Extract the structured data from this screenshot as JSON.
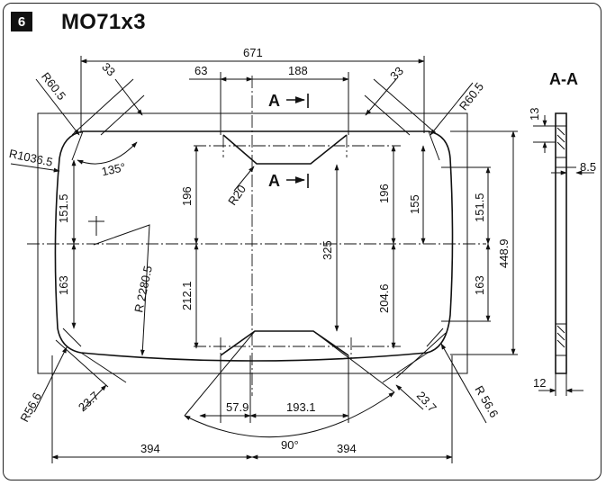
{
  "header": {
    "figure_number": "6",
    "model": "MO71x3"
  },
  "section": {
    "title": "A-A",
    "marker_label": "A"
  },
  "dimensions": {
    "overall_width": "671",
    "offset_left_top": "63",
    "cutout_top": "188",
    "chamfer_left": "33",
    "chamfer_right": "33",
    "radius_tl": "R60.5",
    "radius_tr": "R60.5",
    "radius_left_side": "R1036.5",
    "angle_left": "135°",
    "radius_inner": "R20",
    "upper_left": "151.5",
    "lower_left": "163",
    "arc_radius": "R 2280.5",
    "inner_up_left": "196",
    "inner_low_left": "212.1",
    "center_height": "325",
    "inner_up_right": "196",
    "inner_low_right": "204.6",
    "right_155": "155",
    "upper_right": "151.5",
    "lower_right": "163",
    "total_height": "448.9",
    "radius_bl": "R56.6",
    "chamfer_bl": "23.7",
    "chamfer_br": "23.7",
    "radius_br": "R 56.6",
    "bottom_57": "57.9",
    "bottom_193": "193.1",
    "angle_bottom": "90°",
    "half_left": "394",
    "half_right": "394",
    "section_13": "13",
    "section_8_5": "8.5",
    "section_12": "12"
  }
}
